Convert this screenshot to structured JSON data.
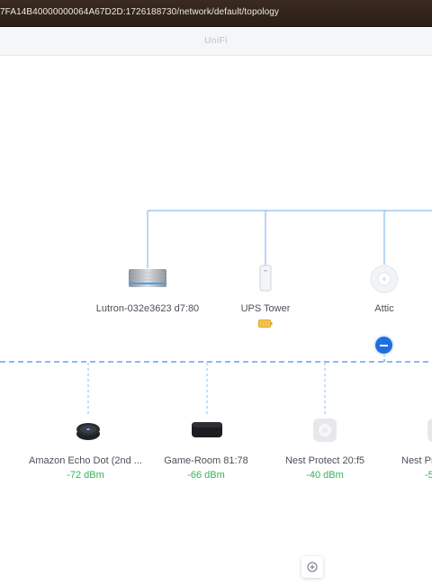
{
  "browser": {
    "url": "7FA14B40000000064A67D2D:1726188730/network/default/topology"
  },
  "app": {
    "title": "UniFi"
  },
  "topology": {
    "upper_nodes": [
      {
        "label": "Lutron-032e3623 d7:80",
        "icon": "lutron-bridge-icon"
      },
      {
        "label": "UPS Tower",
        "icon": "tower-ap-icon",
        "badge": "battery-icon"
      },
      {
        "label": "Attic",
        "icon": "ceiling-ap-icon"
      }
    ],
    "lower_nodes": [
      {
        "label": "Amazon Echo Dot (2nd ...",
        "signal": "-72 dBm",
        "icon": "echo-dot-icon"
      },
      {
        "label": "Game-Room 81:78",
        "signal": "-66 dBm",
        "icon": "apple-tv-icon"
      },
      {
        "label": "Nest Protect 20:f5",
        "signal": "-40 dBm",
        "icon": "nest-protect-icon"
      },
      {
        "label": "Nest Pr",
        "signal": "-5",
        "icon": "nest-protect-icon"
      }
    ],
    "colors": {
      "link": "#8dbcf0",
      "wireless_link": "#4a8fe6",
      "signal_good": "#34b25c",
      "accent": "#1f6fe0"
    }
  }
}
